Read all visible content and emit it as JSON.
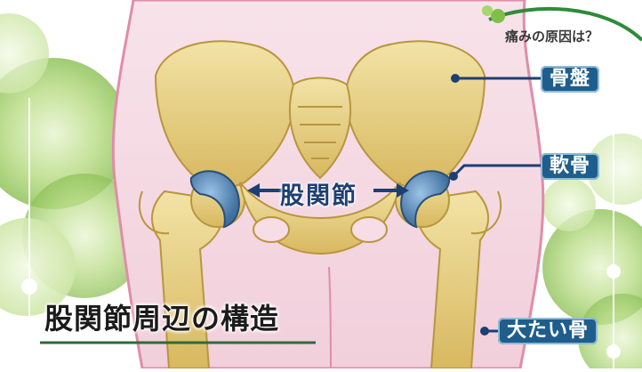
{
  "diagram": {
    "title": "股関節周辺の構造",
    "header_question": "痛みの原因は？",
    "center_label": "股関節",
    "callouts": {
      "pelvis": "骨盤",
      "cartilage": "軟骨",
      "femur": "大たい骨"
    }
  },
  "colors": {
    "bone": "#e8d28a",
    "bone_shadow": "#c9a94e",
    "cartilage": "#5f8fbf",
    "body_fill": "#f6dde6",
    "body_outline": "#e08da7",
    "green_bubble": "#a9cf6b",
    "callout_tag": "#1f5e8c",
    "leader_line": "#1d3f73",
    "arc_line": "#2e8b3a"
  }
}
